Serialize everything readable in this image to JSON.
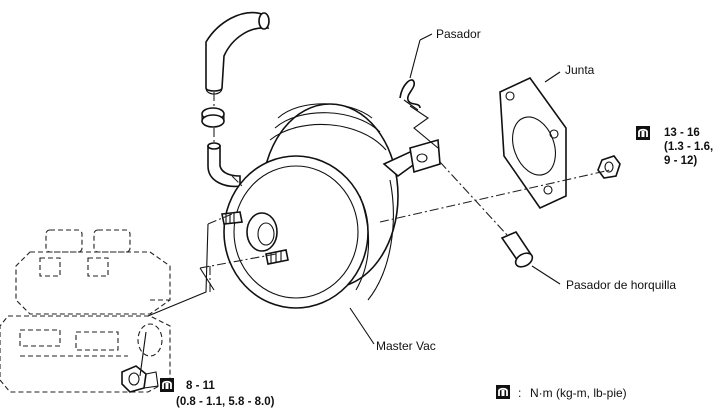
{
  "labels": {
    "pasador": "Pasador",
    "junta": "Junta",
    "pasador_horquilla": "Pasador de horquilla",
    "master_vac": "Master Vac"
  },
  "torque_top": {
    "line1": "13 - 16",
    "line2": "(1.3 - 1.6,",
    "line3": "9 - 12)"
  },
  "torque_bottom": {
    "line1": "8 - 11",
    "line2": "(0.8 - 1.1, 5.8 - 8.0)"
  },
  "legend": {
    "separator": ":",
    "text": "N·m (kg-m, lb-pie)"
  },
  "icons": [
    "torque-wrench-icon"
  ]
}
